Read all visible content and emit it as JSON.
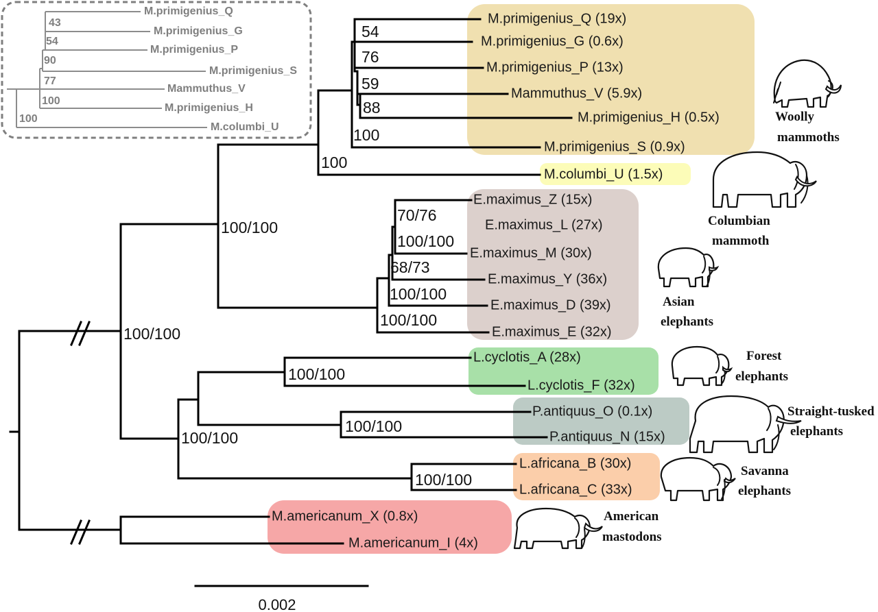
{
  "colors": {
    "woolly_bg": "#f0e0b0",
    "columbi_bg": "#fcfcb8",
    "asian_bg": "#dcd0cc",
    "forest_bg": "#a8e0a8",
    "straight_bg": "#bccbc5",
    "savanna_bg": "#fbceaa",
    "mastodon_bg": "#f6a7a7",
    "inset_border": "#7f7f7f"
  },
  "tips": {
    "m_prim_q": "M.primigenius_Q (19x)",
    "m_prim_g": "M.primigenius_G (0.6x)",
    "m_prim_p": "M.primigenius_P (13x)",
    "mammuthus_v": "Mammuthus_V (5.9x)",
    "m_prim_h": "M.primigenius_H (0.5x)",
    "m_prim_s": "M.primigenius_S (0.9x)",
    "m_columbi_u": "M.columbi_U (1.5x)",
    "e_max_z": "E.maximus_Z (15x)",
    "e_max_l": "E.maximus_L (27x)",
    "e_max_m": "E.maximus_M (30x)",
    "e_max_y": "E.maximus_Y (36x)",
    "e_max_d": "E.maximus_D (39x)",
    "e_max_e": "E.maximus_E (32x)",
    "l_cyc_a": "L.cyclotis_A (28x)",
    "l_cyc_f": "L.cyclotis_F (32x)",
    "p_ant_o": "P.antiquus_O (0.1x)",
    "p_ant_n": "P.antiquus_N (15x)",
    "l_afr_b": "L.africana_B (30x)",
    "l_afr_c": "L.africana_C (33x)",
    "m_am_x": "M.americanum_X (0.8x)",
    "m_am_i": "M.americanum_I (4x)"
  },
  "supports": {
    "woolly_54": "54",
    "woolly_76": "76",
    "woolly_59": "59",
    "woolly_88": "88",
    "woolly_100": "100",
    "mammoth_100": "100",
    "mammoth_asian": "100/100",
    "asian_70": "70/76",
    "asian_100a": "100/100",
    "asian_68": "68/73",
    "asian_100b": "100/100",
    "asian_100c": "100/100",
    "elephantidae": "100/100",
    "forest": "100/100",
    "straight": "100/100",
    "loxodonta_palaeo": "100/100",
    "savanna": "100/100"
  },
  "inset": {
    "tips": {
      "q": "M.primigenius_Q",
      "g": "M.primigenius_G",
      "p": "M.primigenius_P",
      "s": "M.primigenius_S",
      "v": "Mammuthus_V",
      "h": "M.primigenius_H",
      "u": "M.columbi_U"
    },
    "supports": {
      "s43": "43",
      "s54": "54",
      "s90": "90",
      "s77": "77",
      "s100a": "100",
      "s100b": "100"
    }
  },
  "captions": {
    "woolly_1": "Woolly",
    "woolly_2": "mammoths",
    "columbian_1": "Columbian",
    "columbian_2": "mammoth",
    "asian_1": "Asian",
    "asian_2": "elephants",
    "forest_1": "Forest",
    "forest_2": "elephants",
    "straight_1": "Straight-tusked",
    "straight_2": "elephants",
    "savanna_1": "Savanna",
    "savanna_2": "elephants",
    "mastodon_1": "American",
    "mastodon_2": "mastodons"
  },
  "animal_icons": {
    "woolly": "woolly-mammoth-icon",
    "columbian": "columbian-mammoth-icon",
    "asian": "asian-elephant-icon",
    "forest": "forest-elephant-icon",
    "straight": "straight-tusked-elephant-icon",
    "savanna": "savanna-elephant-icon",
    "mastodon": "american-mastodon-icon"
  },
  "scale_bar": {
    "label": "0.002"
  }
}
